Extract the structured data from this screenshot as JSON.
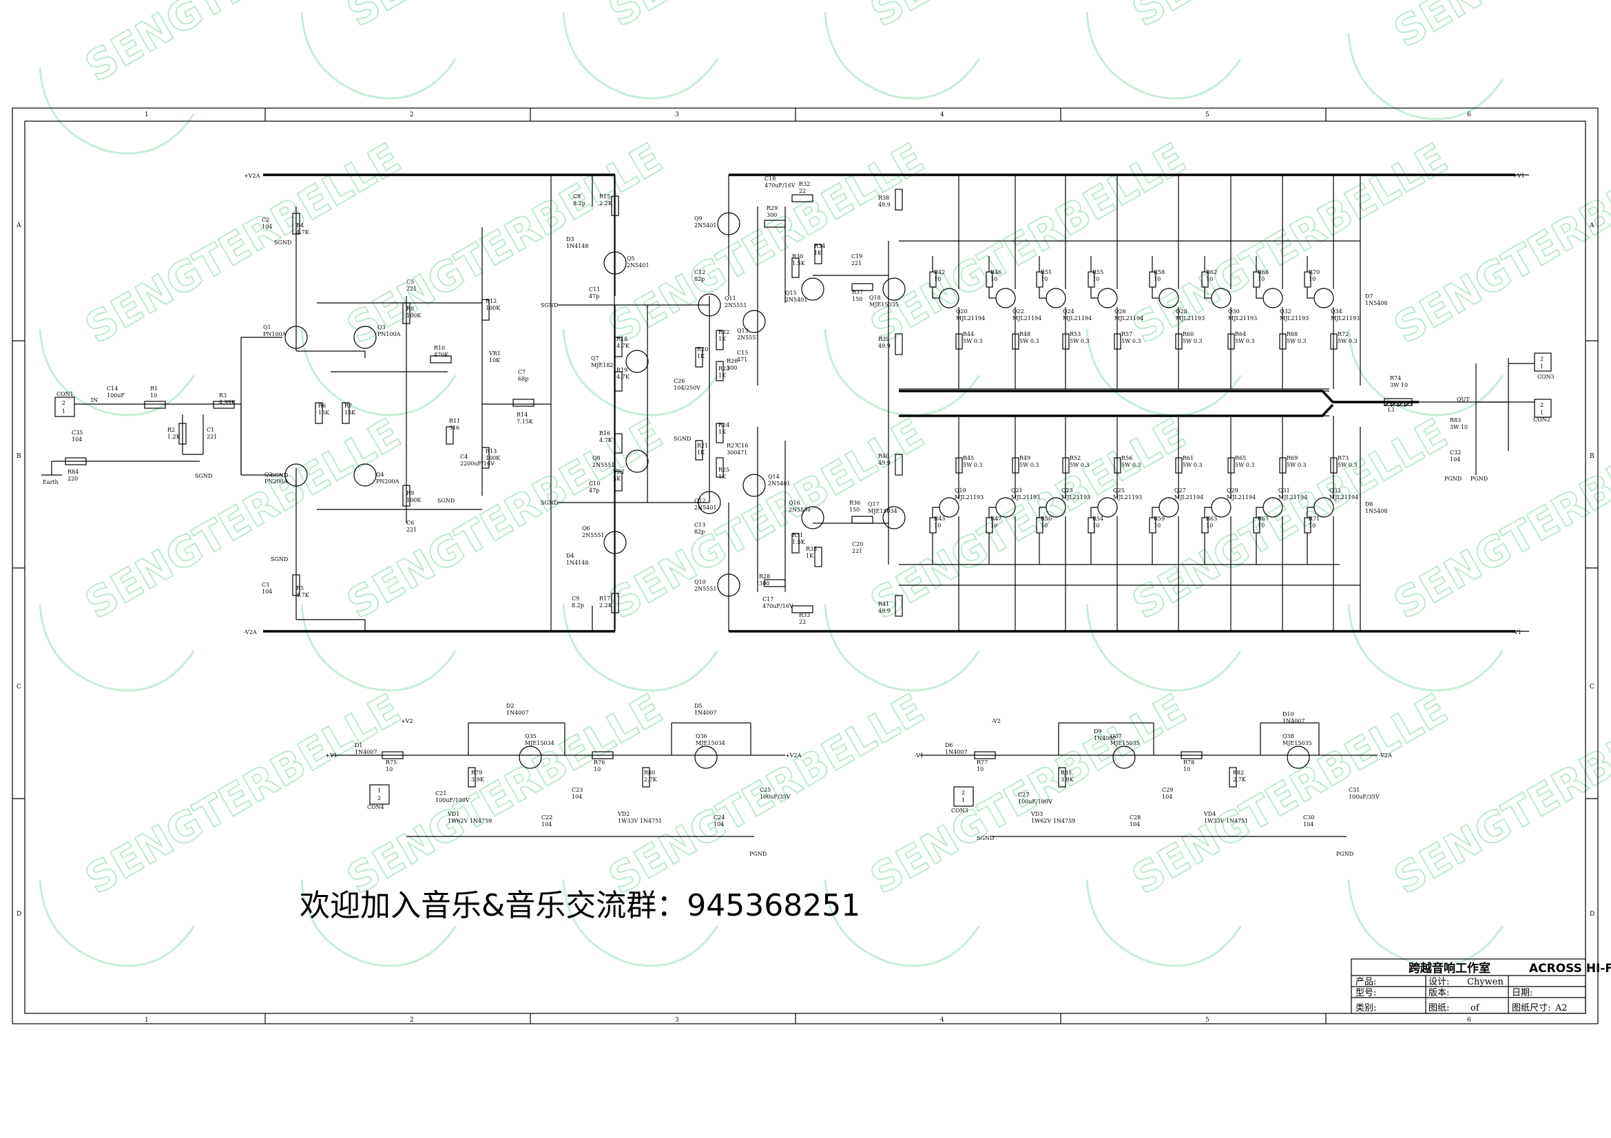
{
  "watermark": "SENGTERBELLE",
  "zones": {
    "columns": [
      "1",
      "2",
      "3",
      "4",
      "5",
      "6"
    ],
    "rows": [
      "A",
      "B",
      "C",
      "D"
    ]
  },
  "title_block": {
    "studio": "跨越音响工作室",
    "brand": "ACROSS HI-FI",
    "product_label": "产品:",
    "design_label": "设计:",
    "designer": "Chywen",
    "model_label": "型号:",
    "version_label": "版本:",
    "date_label": "日期:",
    "category_label": "类别:",
    "sheet_label": "图纸:",
    "sheet_value": "of",
    "size_label": "图纸尺寸:",
    "size_value": "A2"
  },
  "banner": "欢迎加入音乐&音乐交流群：945368251",
  "rails": [
    "+V2A",
    "-V2A",
    "+V1",
    "-V1",
    "+V2A"
  ],
  "connectors": {
    "con1": {
      "name": "CON1",
      "pins": [
        "2",
        "1"
      ],
      "label_in": "IN",
      "label_earth": "Earth"
    },
    "con2": {
      "name": "CON2",
      "pins": [
        "2",
        "1"
      ]
    },
    "con3": {
      "name": "CON3",
      "pins": [
        "2",
        "1"
      ]
    },
    "con4": {
      "name": "CON4",
      "pins": [
        "1",
        "2"
      ]
    },
    "out": "OUT",
    "sgnd": "SGND",
    "pgnd": "PGND"
  },
  "input_stage": [
    {
      "ref": "C14",
      "val": "100uF"
    },
    {
      "ref": "R1",
      "val": "10"
    },
    {
      "ref": "R2",
      "val": "1.2K"
    },
    {
      "ref": "C1",
      "val": "221"
    },
    {
      "ref": "C35",
      "val": "104"
    },
    {
      "ref": "R84",
      "val": "220"
    },
    {
      "ref": "R3",
      "val": "4.99K"
    },
    {
      "ref": "C2",
      "val": "104"
    },
    {
      "ref": "R4",
      "val": "4.7K"
    },
    {
      "ref": "C3",
      "val": "104"
    },
    {
      "ref": "R5",
      "val": "4.7K"
    },
    {
      "ref": "Q1",
      "val": "PN100A"
    },
    {
      "ref": "Q2",
      "val": "PN200A"
    },
    {
      "ref": "Q3",
      "val": "PN100A"
    },
    {
      "ref": "Q4",
      "val": "PN200A"
    },
    {
      "ref": "R6",
      "val": "15K"
    },
    {
      "ref": "R7",
      "val": "15K"
    },
    {
      "ref": "R8",
      "val": "100K"
    },
    {
      "ref": "R9",
      "val": "100K"
    },
    {
      "ref": "C5",
      "val": "221"
    },
    {
      "ref": "C6",
      "val": "221"
    },
    {
      "ref": "R10",
      "val": "470K"
    },
    {
      "ref": "R11",
      "val": "316"
    },
    {
      "ref": "C4",
      "val": "2200uF/16V"
    },
    {
      "ref": "R12",
      "val": "100K"
    },
    {
      "ref": "R13",
      "val": "100K"
    },
    {
      "ref": "VR1",
      "val": "10K"
    },
    {
      "ref": "C7",
      "val": "68p"
    },
    {
      "ref": "R14",
      "val": "7.15K"
    }
  ],
  "vas_stage": [
    {
      "ref": "C8",
      "val": "8.2p"
    },
    {
      "ref": "R15",
      "val": "2.2K"
    },
    {
      "ref": "D3",
      "val": "1N4148"
    },
    {
      "ref": "Q5",
      "val": "2N5401"
    },
    {
      "ref": "C11",
      "val": "47p"
    },
    {
      "ref": "R18",
      "val": "4.7K"
    },
    {
      "ref": "Q7",
      "val": "MJE182"
    },
    {
      "ref": "R19",
      "val": "4.7K"
    },
    {
      "ref": "C26",
      "val": "104/250V"
    },
    {
      "ref": "R16",
      "val": "4.7K"
    },
    {
      "ref": "Q8",
      "val": "2N5551"
    },
    {
      "ref": "VR2",
      "val": "5K"
    },
    {
      "ref": "C10",
      "val": "47p"
    },
    {
      "ref": "Q6",
      "val": "2N5551"
    },
    {
      "ref": "D4",
      "val": "1N4148"
    },
    {
      "ref": "C9",
      "val": "8.2p"
    },
    {
      "ref": "R17",
      "val": "2.2K"
    }
  ],
  "driver_stage": [
    {
      "ref": "Q9",
      "val": "2N5401"
    },
    {
      "ref": "C18",
      "val": "470uF/16V"
    },
    {
      "ref": "R32",
      "val": "22"
    },
    {
      "ref": "R29",
      "val": "300"
    },
    {
      "ref": "R30",
      "val": "1.5K"
    },
    {
      "ref": "R34",
      "val": "1K"
    },
    {
      "ref": "C19",
      "val": "221"
    },
    {
      "ref": "Q15",
      "val": "2N5401"
    },
    {
      "ref": "R37",
      "val": "150"
    },
    {
      "ref": "Q18",
      "val": "MJE15035"
    },
    {
      "ref": "C12",
      "val": "82p"
    },
    {
      "ref": "Q11",
      "val": "2N5551"
    },
    {
      "ref": "Q13",
      "val": "2N5551"
    },
    {
      "ref": "R22",
      "val": "1K"
    },
    {
      "ref": "R20",
      "val": "1K"
    },
    {
      "ref": "R23",
      "val": "1K"
    },
    {
      "ref": "C15",
      "val": "471"
    },
    {
      "ref": "R26",
      "val": "300"
    },
    {
      "ref": "R24",
      "val": "1K"
    },
    {
      "ref": "R21",
      "val": "1K"
    },
    {
      "ref": "R25",
      "val": "1K"
    },
    {
      "ref": "C16",
      "val": "471"
    },
    {
      "ref": "R27",
      "val": "300"
    },
    {
      "ref": "Q14",
      "val": "2N5401"
    },
    {
      "ref": "Q12",
      "val": "2N5401"
    },
    {
      "ref": "C13",
      "val": "82p"
    },
    {
      "ref": "Q16",
      "val": "2N5551"
    },
    {
      "ref": "R36",
      "val": "150"
    },
    {
      "ref": "Q17",
      "val": "MJE15034"
    },
    {
      "ref": "R31",
      "val": "1.5K"
    },
    {
      "ref": "R35",
      "val": "1K"
    },
    {
      "ref": "C20",
      "val": "221"
    },
    {
      "ref": "Q10",
      "val": "2N5551"
    },
    {
      "ref": "R28",
      "val": "300"
    },
    {
      "ref": "C17",
      "val": "470uF/16V"
    },
    {
      "ref": "R33",
      "val": "22"
    },
    {
      "ref": "R38",
      "val": "49.9"
    },
    {
      "ref": "R39",
      "val": "49.9"
    },
    {
      "ref": "R40",
      "val": "49.9"
    },
    {
      "ref": "R41",
      "val": "49.9"
    }
  ],
  "output_npn": [
    {
      "q": "Q20",
      "val": "MJL21194",
      "rb": "R42",
      "re": "R44"
    },
    {
      "q": "Q22",
      "val": "MJL21194",
      "rb": "R46",
      "re": "R48"
    },
    {
      "q": "Q24",
      "val": "MJL21194",
      "rb": "R51",
      "re": "R53"
    },
    {
      "q": "Q26",
      "val": "MJL21194",
      "rb": "R55",
      "re": "R57"
    },
    {
      "q": "Q28",
      "val": "MJL21193",
      "rb": "R58",
      "re": "R60"
    },
    {
      "q": "Q30",
      "val": "MJL21193",
      "rb": "R62",
      "re": "R64"
    },
    {
      "q": "Q32",
      "val": "MJL21193",
      "rb": "R66",
      "re": "R68"
    },
    {
      "q": "Q34",
      "val": "MJL21193",
      "rb": "R70",
      "re": "R72"
    }
  ],
  "output_pnp": [
    {
      "q": "Q19",
      "val": "MJL21193",
      "rb": "R43",
      "re": "R45"
    },
    {
      "q": "Q21",
      "val": "MJL21193",
      "rb": "R47",
      "re": "R49"
    },
    {
      "q": "Q23",
      "val": "MJL21193",
      "rb": "R50",
      "re": "R52"
    },
    {
      "q": "Q25",
      "val": "MJL21193",
      "rb": "R54",
      "re": "R56"
    },
    {
      "q": "Q27",
      "val": "MJL21194",
      "rb": "R59",
      "re": "R61"
    },
    {
      "q": "Q29",
      "val": "MJL21194",
      "rb": "R63",
      "re": "R65"
    },
    {
      "q": "Q31",
      "val": "MJL21194",
      "rb": "R67",
      "re": "R69"
    },
    {
      "q": "Q33",
      "val": "MJL21194",
      "rb": "R71",
      "re": "R73"
    }
  ],
  "output_values": {
    "rb": "10",
    "re": "5W 0.3"
  },
  "output_misc": [
    {
      "ref": "D7",
      "val": "1N5408"
    },
    {
      "ref": "D8",
      "val": "1N5408"
    },
    {
      "ref": "R74",
      "val": "3W 10"
    },
    {
      "ref": "L1",
      "val": ""
    },
    {
      "ref": "R83",
      "val": "3W 10"
    },
    {
      "ref": "C32",
      "val": "104"
    }
  ],
  "psu_left": [
    {
      "ref": "D1",
      "val": "1N4007"
    },
    {
      "ref": "R75",
      "val": "10"
    },
    {
      "ref": "D2",
      "val": "1N4007"
    },
    {
      "ref": "Q35",
      "val": "MJE15034"
    },
    {
      "ref": "C21",
      "val": "100uF/100V"
    },
    {
      "ref": "R79",
      "val": "3.9K"
    },
    {
      "ref": "VD1",
      "val": "1W62V 1N4759"
    },
    {
      "ref": "C22",
      "val": "104"
    },
    {
      "ref": "C23",
      "val": "104"
    },
    {
      "ref": "R76",
      "val": "10"
    },
    {
      "ref": "D5",
      "val": "1N4007"
    },
    {
      "ref": "Q36",
      "val": "MJE15034"
    },
    {
      "ref": "R80",
      "val": "2.7K"
    },
    {
      "ref": "VD2",
      "val": "1W33V 1N4751"
    },
    {
      "ref": "C24",
      "val": "104"
    },
    {
      "ref": "C25",
      "val": "100uF/35V"
    }
  ],
  "psu_right": [
    {
      "ref": "D6",
      "val": "1N4007"
    },
    {
      "ref": "R77",
      "val": "10"
    },
    {
      "ref": "D9",
      "val": "1N4007"
    },
    {
      "ref": "Q37",
      "val": "MJE15035"
    },
    {
      "ref": "C27",
      "val": "100uF/100V"
    },
    {
      "ref": "R81",
      "val": "3.9K"
    },
    {
      "ref": "VD3",
      "val": "1W62V 1N4759"
    },
    {
      "ref": "C28",
      "val": "104"
    },
    {
      "ref": "C29",
      "val": "104"
    },
    {
      "ref": "R78",
      "val": "10"
    },
    {
      "ref": "D10",
      "val": "1N4007"
    },
    {
      "ref": "Q38",
      "val": "MJE15035"
    },
    {
      "ref": "R82",
      "val": "2.7K"
    },
    {
      "ref": "VD4",
      "val": "1W33V 1N4751"
    },
    {
      "ref": "C30",
      "val": "104"
    },
    {
      "ref": "C31",
      "val": "100uF/35V"
    }
  ],
  "psu_nodes": {
    "plus_v1": "+V1",
    "plus_v2": "+V2",
    "minus_v1": "-V1",
    "minus_v2": "-V2",
    "out_plus": "+V2A",
    "out_minus": "-V2A"
  }
}
